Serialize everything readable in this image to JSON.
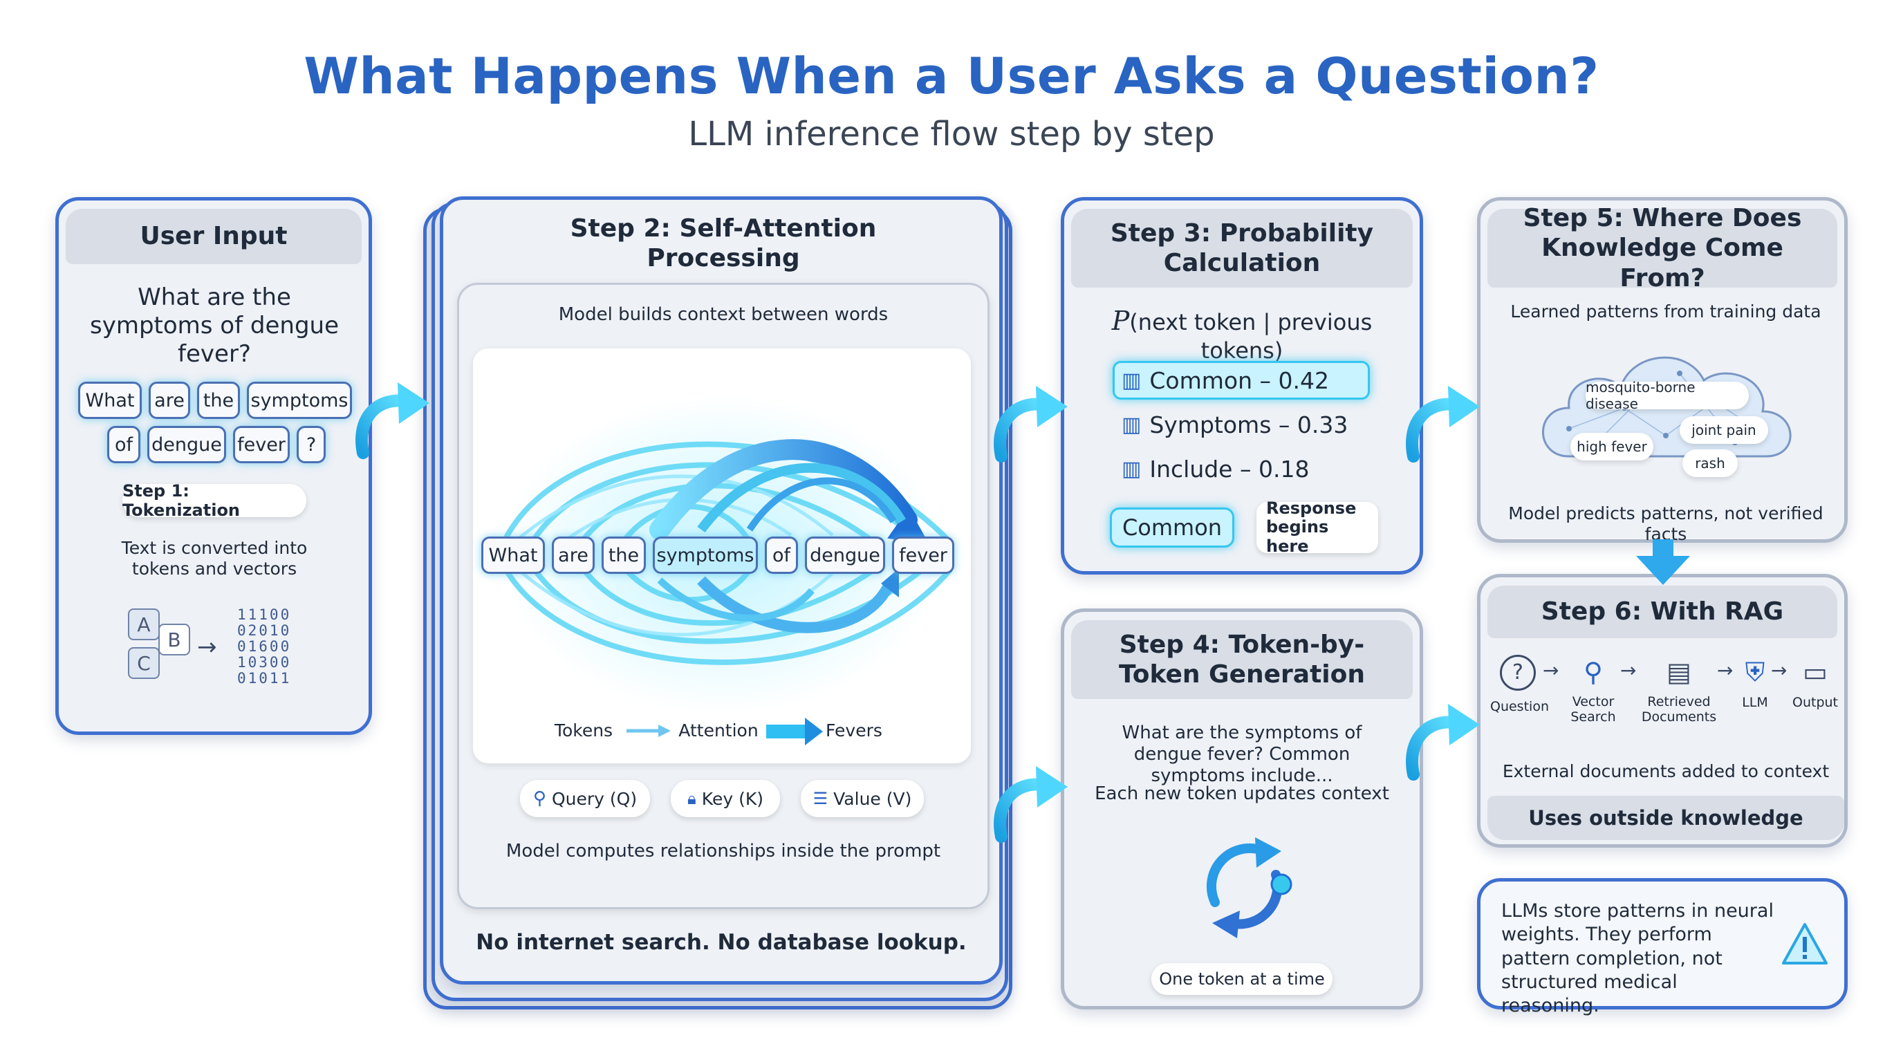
{
  "header": {
    "title": "What Happens When a User Asks a Question?",
    "subtitle": "LLM inference flow step by step"
  },
  "user_input": {
    "title": "User Input",
    "question": "What are the symptoms of dengue fever?",
    "tokens_row1": [
      "What",
      "are",
      "the",
      "symptoms"
    ],
    "tokens_row2": [
      "of",
      "dengue",
      "fever",
      "?"
    ],
    "step_label": "Step 1: Tokenization",
    "caption": "Text is converted into tokens and vectors",
    "letters": [
      "A",
      "B",
      "C"
    ],
    "binary": [
      "11100",
      "02010",
      "01600",
      "10300",
      "01011"
    ]
  },
  "step2": {
    "title": "Step 2: Self-Attention Processing",
    "subtitle": "Model builds context between words",
    "tokens": [
      "What",
      "are",
      "the",
      "symptoms",
      "of",
      "dengue",
      "fever"
    ],
    "legend": [
      "Tokens",
      "Attention",
      "Fevers"
    ],
    "qkv": [
      "Query (Q)",
      "Key (K)",
      "Value (V)"
    ],
    "caption": "Model computes relationships inside the prompt",
    "footer": "No internet search. No database lookup."
  },
  "step3": {
    "title": "Step 3: Probability Calculation",
    "formula_p": "P",
    "formula_body": "(next token | previous tokens)",
    "candidates": [
      "Common – 0.42",
      "Symptoms – 0.33",
      "Include – 0.18"
    ],
    "selected": "Common",
    "response_note": "Response begins here"
  },
  "step4": {
    "title": "Step 4: Token-by-Token Generation",
    "generated": "What are the symptoms of dengue fever? Common symptoms include...",
    "caption": "Each new token updates context",
    "pill": "One token at a time"
  },
  "step5": {
    "title": "Step 5: Where Does Knowledge Come From?",
    "subtitle": "Learned patterns from training data",
    "cloud_tags": [
      "mosquito-borne disease",
      "high fever",
      "joint pain",
      "rash"
    ],
    "caption": "Model predicts patterns, not verified facts"
  },
  "step6": {
    "title": "Step 6: With RAG",
    "pipeline": [
      "Question",
      "Vector Search",
      "Retrieved Documents",
      "LLM",
      "Output"
    ],
    "caption": "External documents added to context",
    "footer": "Uses outside knowledge"
  },
  "note": {
    "text": "LLMs store patterns in neural weights. They perform pattern completion, not structured medical reasoning."
  },
  "colors": {
    "title_blue": "#2a64c2",
    "card_border": "#3f6fd1",
    "accent_cyan": "#38c8ee",
    "card_bg": "#eef1f6"
  }
}
